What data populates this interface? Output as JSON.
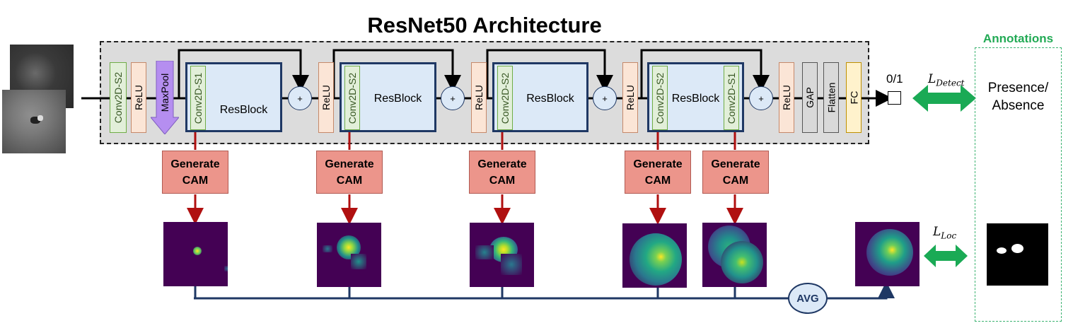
{
  "title": "ResNet50 Architecture",
  "stem": {
    "conv": "Conv2D-S2",
    "relu": "ReLU",
    "maxpool": "MaxPool"
  },
  "blocks": [
    {
      "conv_left": "Conv2D-S1",
      "label": "ResBlock",
      "conv_right": ""
    },
    {
      "conv_left": "Conv2D-S2",
      "label": "ResBlock",
      "conv_right": ""
    },
    {
      "conv_left": "Conv2D-S2",
      "label": "ResBlock",
      "conv_right": ""
    },
    {
      "conv_left": "Conv2D-S2",
      "label": "ResBlock",
      "conv_right": "Conv2D-S1"
    }
  ],
  "plus_symbol": "+",
  "relu_label": "ReLU",
  "head": {
    "gap": "GAP",
    "flatten": "Flatten",
    "fc": "FC"
  },
  "output_label": "0/1",
  "generate_cam": "Generate\nCAM",
  "avg_label": "AVG",
  "annotations": {
    "title": "Annotations",
    "presence": "Presence/\nAbsence"
  },
  "loss_detect": {
    "symbol": "L",
    "sub": "Detect"
  },
  "loss_loc": {
    "symbol": "L",
    "sub": "Loc"
  },
  "colors": {
    "navy": "#1f3864",
    "dark_red": "#b01010",
    "green_arrow": "#1aaa55",
    "cam_bg": "#440154"
  }
}
